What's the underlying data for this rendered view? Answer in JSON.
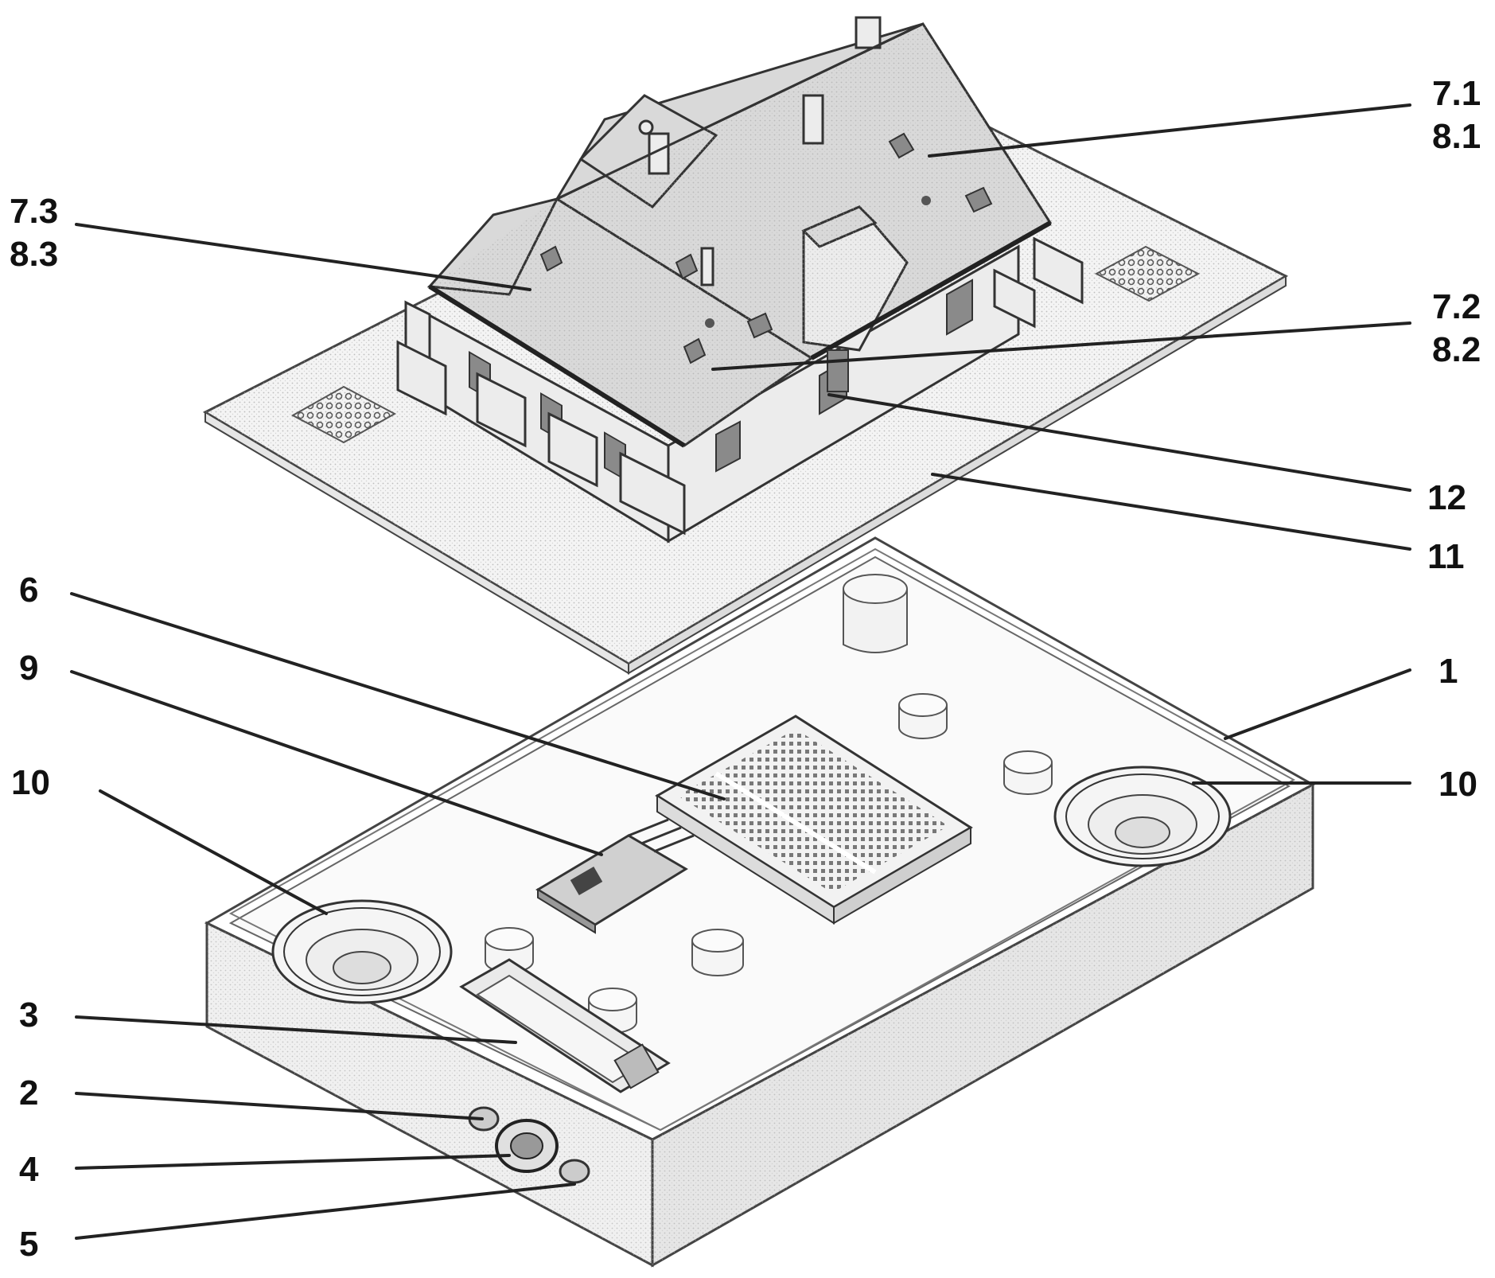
{
  "labels": {
    "l71": "7.1",
    "l81": "8.1",
    "l73": "7.3",
    "l83": "8.3",
    "l72": "7.2",
    "l82": "8.2",
    "l12": "12",
    "l11": "11",
    "l6": "6",
    "l9": "9",
    "l1": "1",
    "l10a": "10",
    "l10b": "10",
    "l3": "3",
    "l2": "2",
    "l4": "4",
    "l5": "5"
  }
}
